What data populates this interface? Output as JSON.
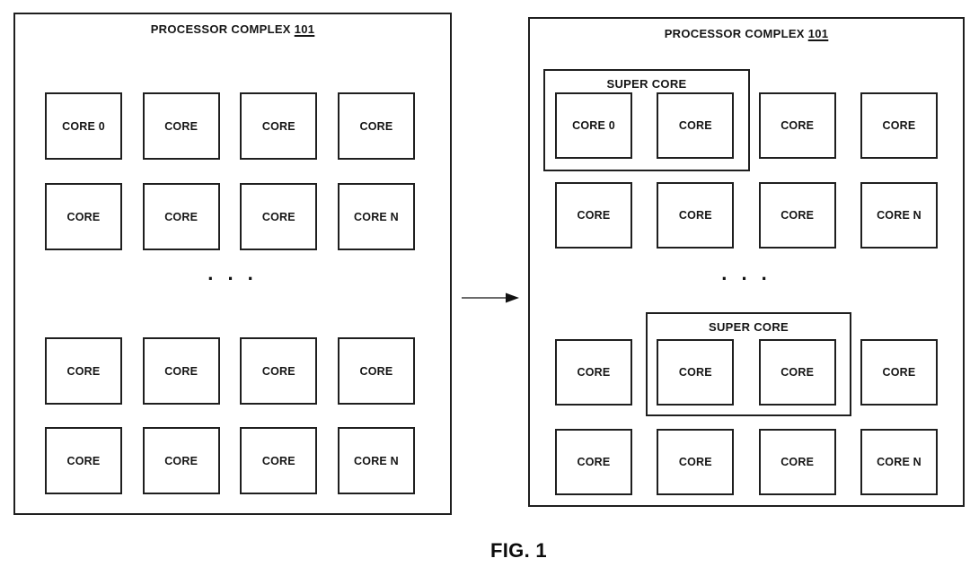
{
  "figure": {
    "caption": "FIG. 1"
  },
  "left_panel": {
    "title": "PROCESSOR COMPLEX",
    "title_ref": "101",
    "ellipsis": ". . .",
    "rows": [
      {
        "cells": [
          "CORE 0",
          "CORE",
          "CORE",
          "CORE"
        ]
      },
      {
        "cells": [
          "CORE",
          "CORE",
          "CORE",
          "CORE N"
        ]
      },
      {
        "cells": [
          "CORE",
          "CORE",
          "CORE",
          "CORE"
        ]
      },
      {
        "cells": [
          "CORE",
          "CORE",
          "CORE",
          "CORE N"
        ]
      }
    ]
  },
  "right_panel": {
    "title": "PROCESSOR COMPLEX",
    "title_ref": "101",
    "ellipsis": ". . .",
    "super_cores": [
      {
        "label": "SUPER CORE"
      },
      {
        "label": "SUPER CORE"
      }
    ],
    "rows": [
      {
        "cells": [
          "CORE 0",
          "CORE",
          "CORE",
          "CORE"
        ]
      },
      {
        "cells": [
          "CORE",
          "CORE",
          "CORE",
          "CORE N"
        ]
      },
      {
        "cells": [
          "CORE",
          "CORE",
          "CORE",
          "CORE"
        ]
      },
      {
        "cells": [
          "CORE",
          "CORE",
          "CORE",
          "CORE N"
        ]
      }
    ]
  },
  "colors": {
    "line": "#1f1f1f",
    "background": "#ffffff"
  }
}
